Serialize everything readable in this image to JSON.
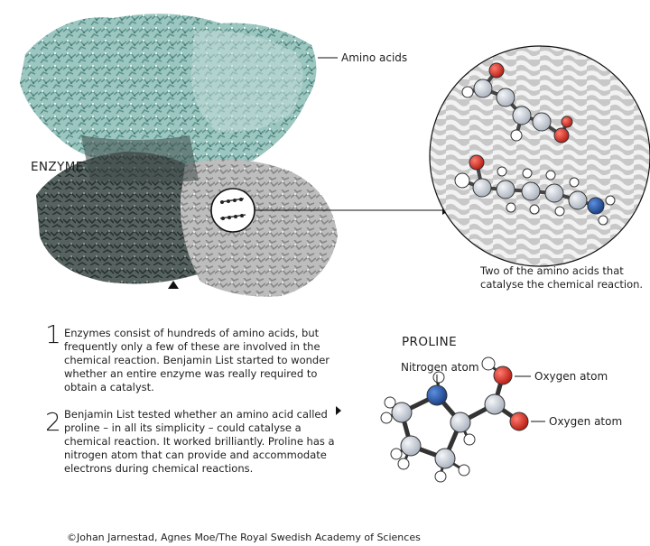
{
  "labels": {
    "enzyme": "ENZYME",
    "amino_acids": "Amino acids",
    "proline": "PROLINE",
    "nitrogen_atom": "Nitrogen atom",
    "oxygen_atom_1": "Oxygen atom",
    "oxygen_atom_2": "Oxygen atom"
  },
  "caption": "Two of the amino acids that catalyse the chemical reaction.",
  "steps": [
    {
      "number": "1",
      "text": "Enzymes consist of hundreds of amino acids, but frequently only a few of these are involved in the chemical reaction. Benjamin List started to wonder whether an entire enzyme was really required to obtain a catalyst."
    },
    {
      "number": "2",
      "text": "Benjamin List tested whether an amino acid called proline – in all its simplicity – could catalyse a chemical reaction. It worked brilliantly. Proline has a nitrogen atom that can provide and accommodate electrons during chemical reactions."
    }
  ],
  "credit": "©Johan Jarnestad, Agnes Moe/The Royal Swedish Academy of Sciences",
  "colors": {
    "enzyme_teal": "#7fb3ad",
    "enzyme_dark": "#3c4a4a",
    "enzyme_grey": "#a9a9a9",
    "carbon": "#c9ced6",
    "nitrogen": "#1f4fa0",
    "oxygen": "#d8281e",
    "hydrogen": "#ffffff"
  }
}
